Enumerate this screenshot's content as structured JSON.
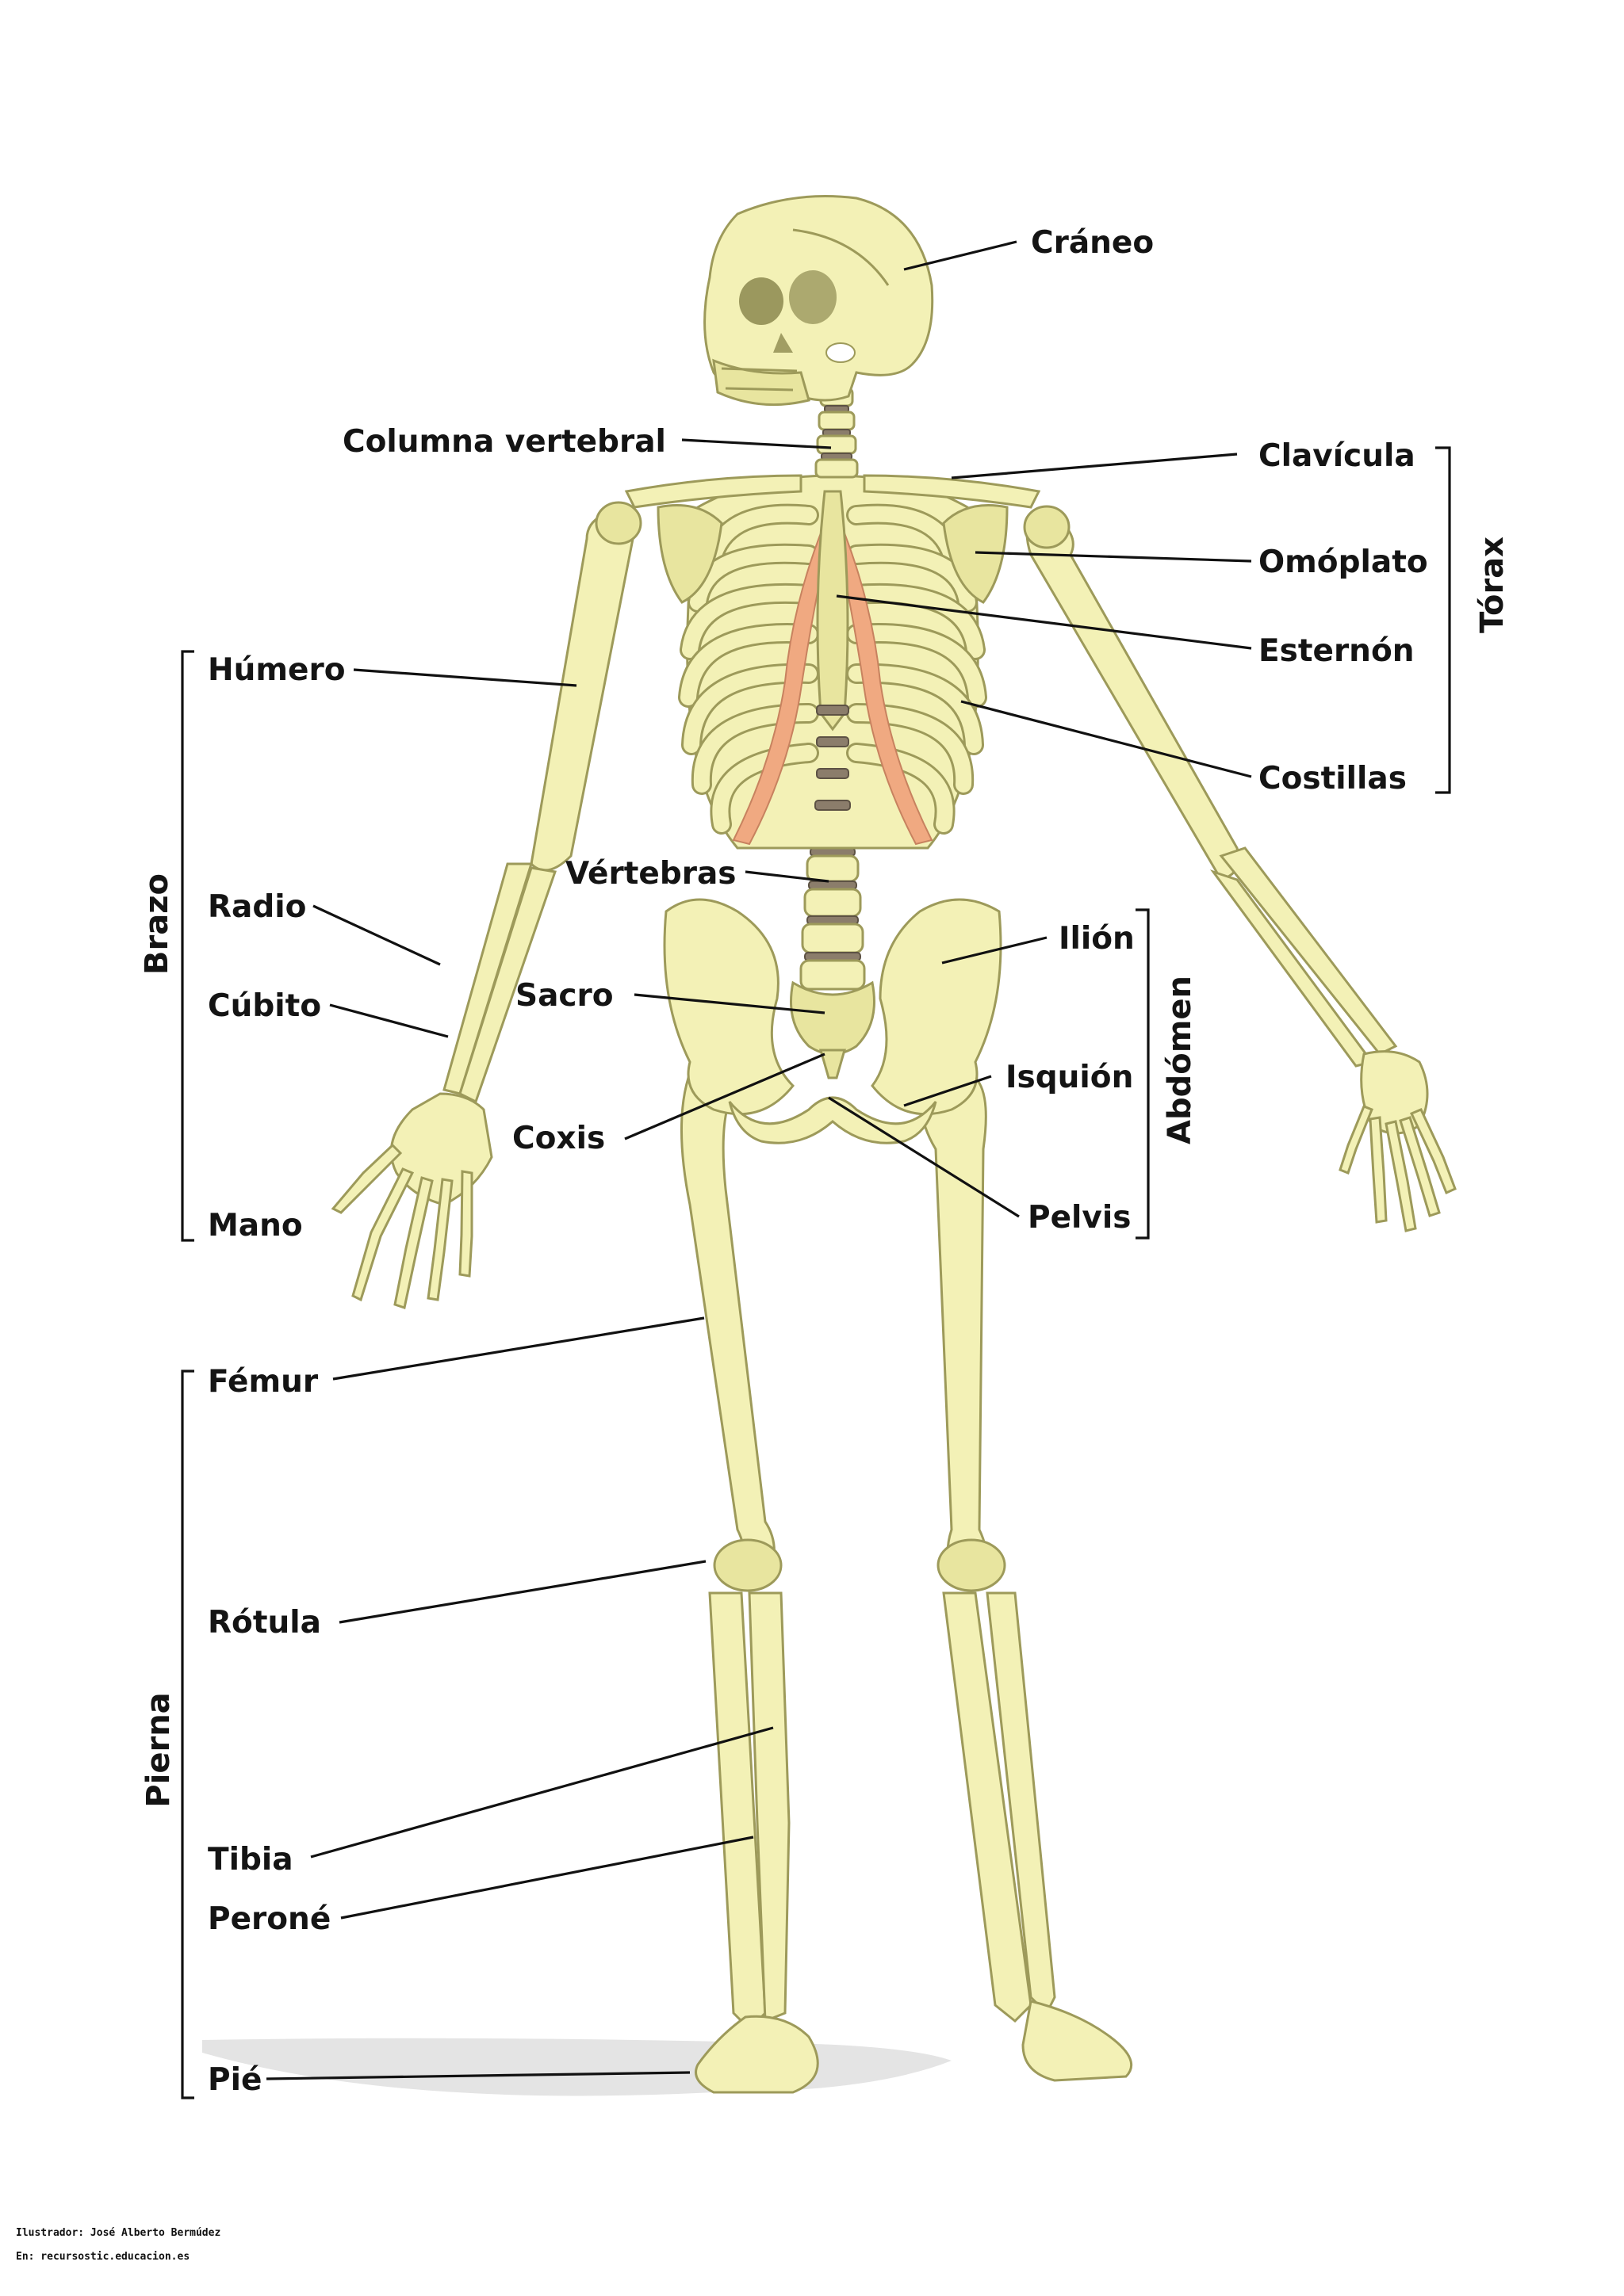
{
  "labels": {
    "craneo": "Cráneo",
    "columna": "Columna vertebral",
    "clavicula": "Clavícula",
    "omoplato": "Omóplato",
    "esternon": "Esternón",
    "costillas": "Costillas",
    "humero": "Húmero",
    "vertebras": "Vértebras",
    "radio": "Radio",
    "cubito": "Cúbito",
    "ilion": "Ilión",
    "sacro": "Sacro",
    "isquion": "Isquión",
    "coxis": "Coxis",
    "pelvis": "Pelvis",
    "mano": "Mano",
    "femur": "Fémur",
    "rotula": "Rótula",
    "tibia": "Tibia",
    "perone": "Peroné",
    "pie": "Pié"
  },
  "groups": {
    "torax": "Tórax",
    "brazo": "Brazo",
    "abdomen": "Abdómen",
    "pierna": "Pierna"
  },
  "credits": {
    "illustrator": "Ilustrador: José Alberto Bermúdez",
    "source": "En: recursostic.educacion.es"
  },
  "colors": {
    "bone": "#f3f1b6",
    "bone_outline": "#9d9a5a",
    "cartilage": "#f0a981",
    "disc": "#8b7d6b",
    "text": "#141414"
  }
}
